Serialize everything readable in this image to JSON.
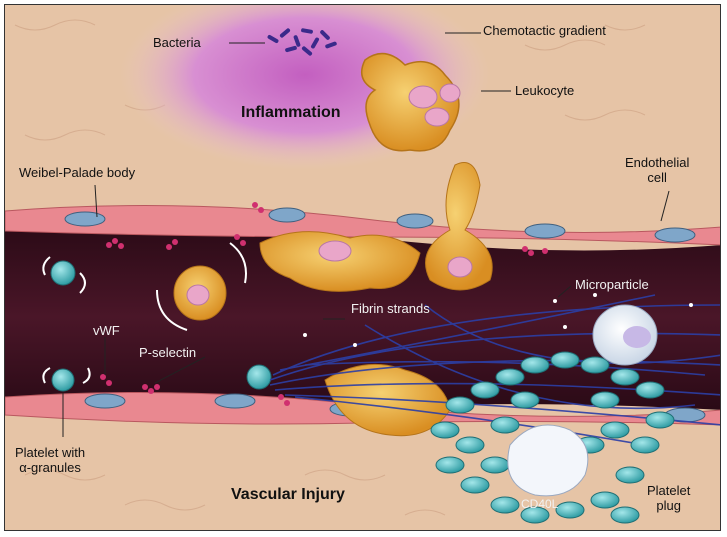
{
  "labels": {
    "bacteria": "Bacteria",
    "chemotactic_gradient": "Chemotactic gradient",
    "leukocyte": "Leukocyte",
    "inflammation": "Inflammation",
    "weibel_palade_body": "Weibel-Palade body",
    "endothelial_cell": "Endothelial\ncell",
    "microparticle": "Microparticle",
    "fibrin_strands": "Fibrin strands",
    "vwf": "vWF",
    "p_selectin": "P-selectin",
    "platelet_with_granules": "Platelet with\nα-granules",
    "vascular_injury": "Vascular Injury",
    "cd40l": "CD40L",
    "platelet_plug": "Platelet\nplug"
  },
  "colors": {
    "tissue": "#e8c6a8",
    "inflammation_zone": "#d98fd0",
    "lumen": "#3a0f1f",
    "endothelium": "#e9878f",
    "leukocyte": "#e6a437",
    "platelet": "#58c3c9",
    "fibrin": "#2c3fa6",
    "label_line": "#222222"
  }
}
